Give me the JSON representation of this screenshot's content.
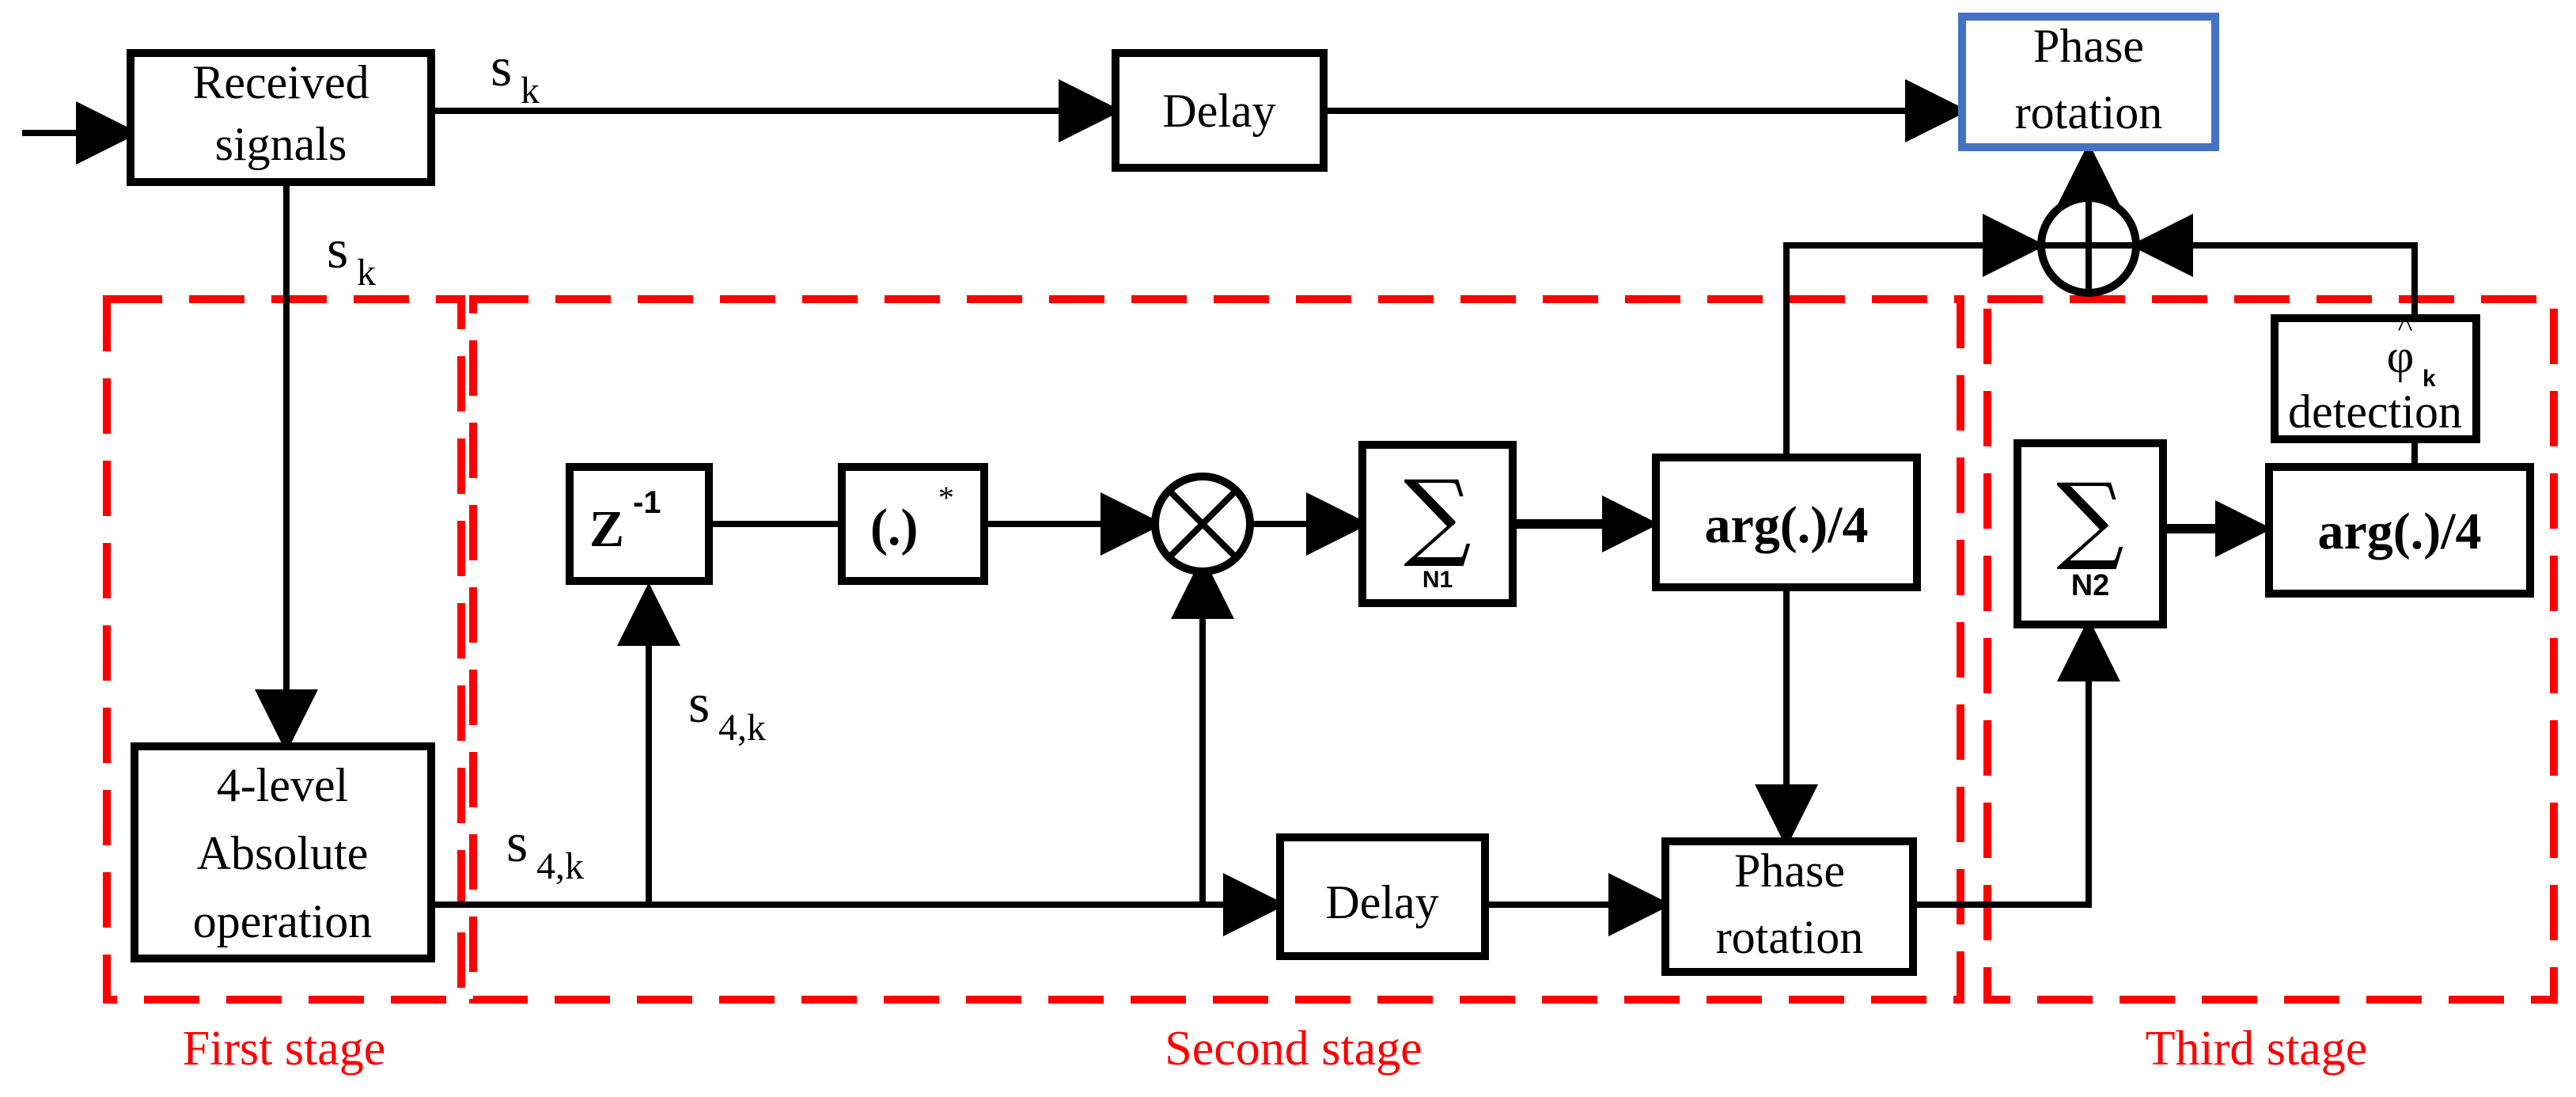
{
  "blocks": {
    "received_signals": [
      "Received",
      "signals"
    ],
    "delay_top": "Delay",
    "phase_rotation_top": [
      "Phase",
      "rotation"
    ],
    "absolute_op": [
      "4-level",
      "Absolute",
      "operation"
    ],
    "z_inverse": "Z",
    "z_inverse_exp": "-1",
    "conjugate": "(.)",
    "conjugate_sup": "*",
    "sum_symbol": "∑",
    "sum1_sub": "N1",
    "sum2_sub": "N2",
    "arg_div_1": "arg(.)/4",
    "arg_div_2": "arg(.)/4",
    "delay_bottom": "Delay",
    "phase_rotation_bottom": [
      "Phase",
      "rotation"
    ],
    "phi_detection_sym": "φ",
    "phi_detection_sub": "k",
    "phi_detection_hat": "^",
    "phi_detection_label": "detection"
  },
  "signals": {
    "s": "s",
    "k": "k",
    "four_k": "4,k"
  },
  "stages": {
    "first": "First stage",
    "second": "Second stage",
    "third": "Third stage"
  }
}
